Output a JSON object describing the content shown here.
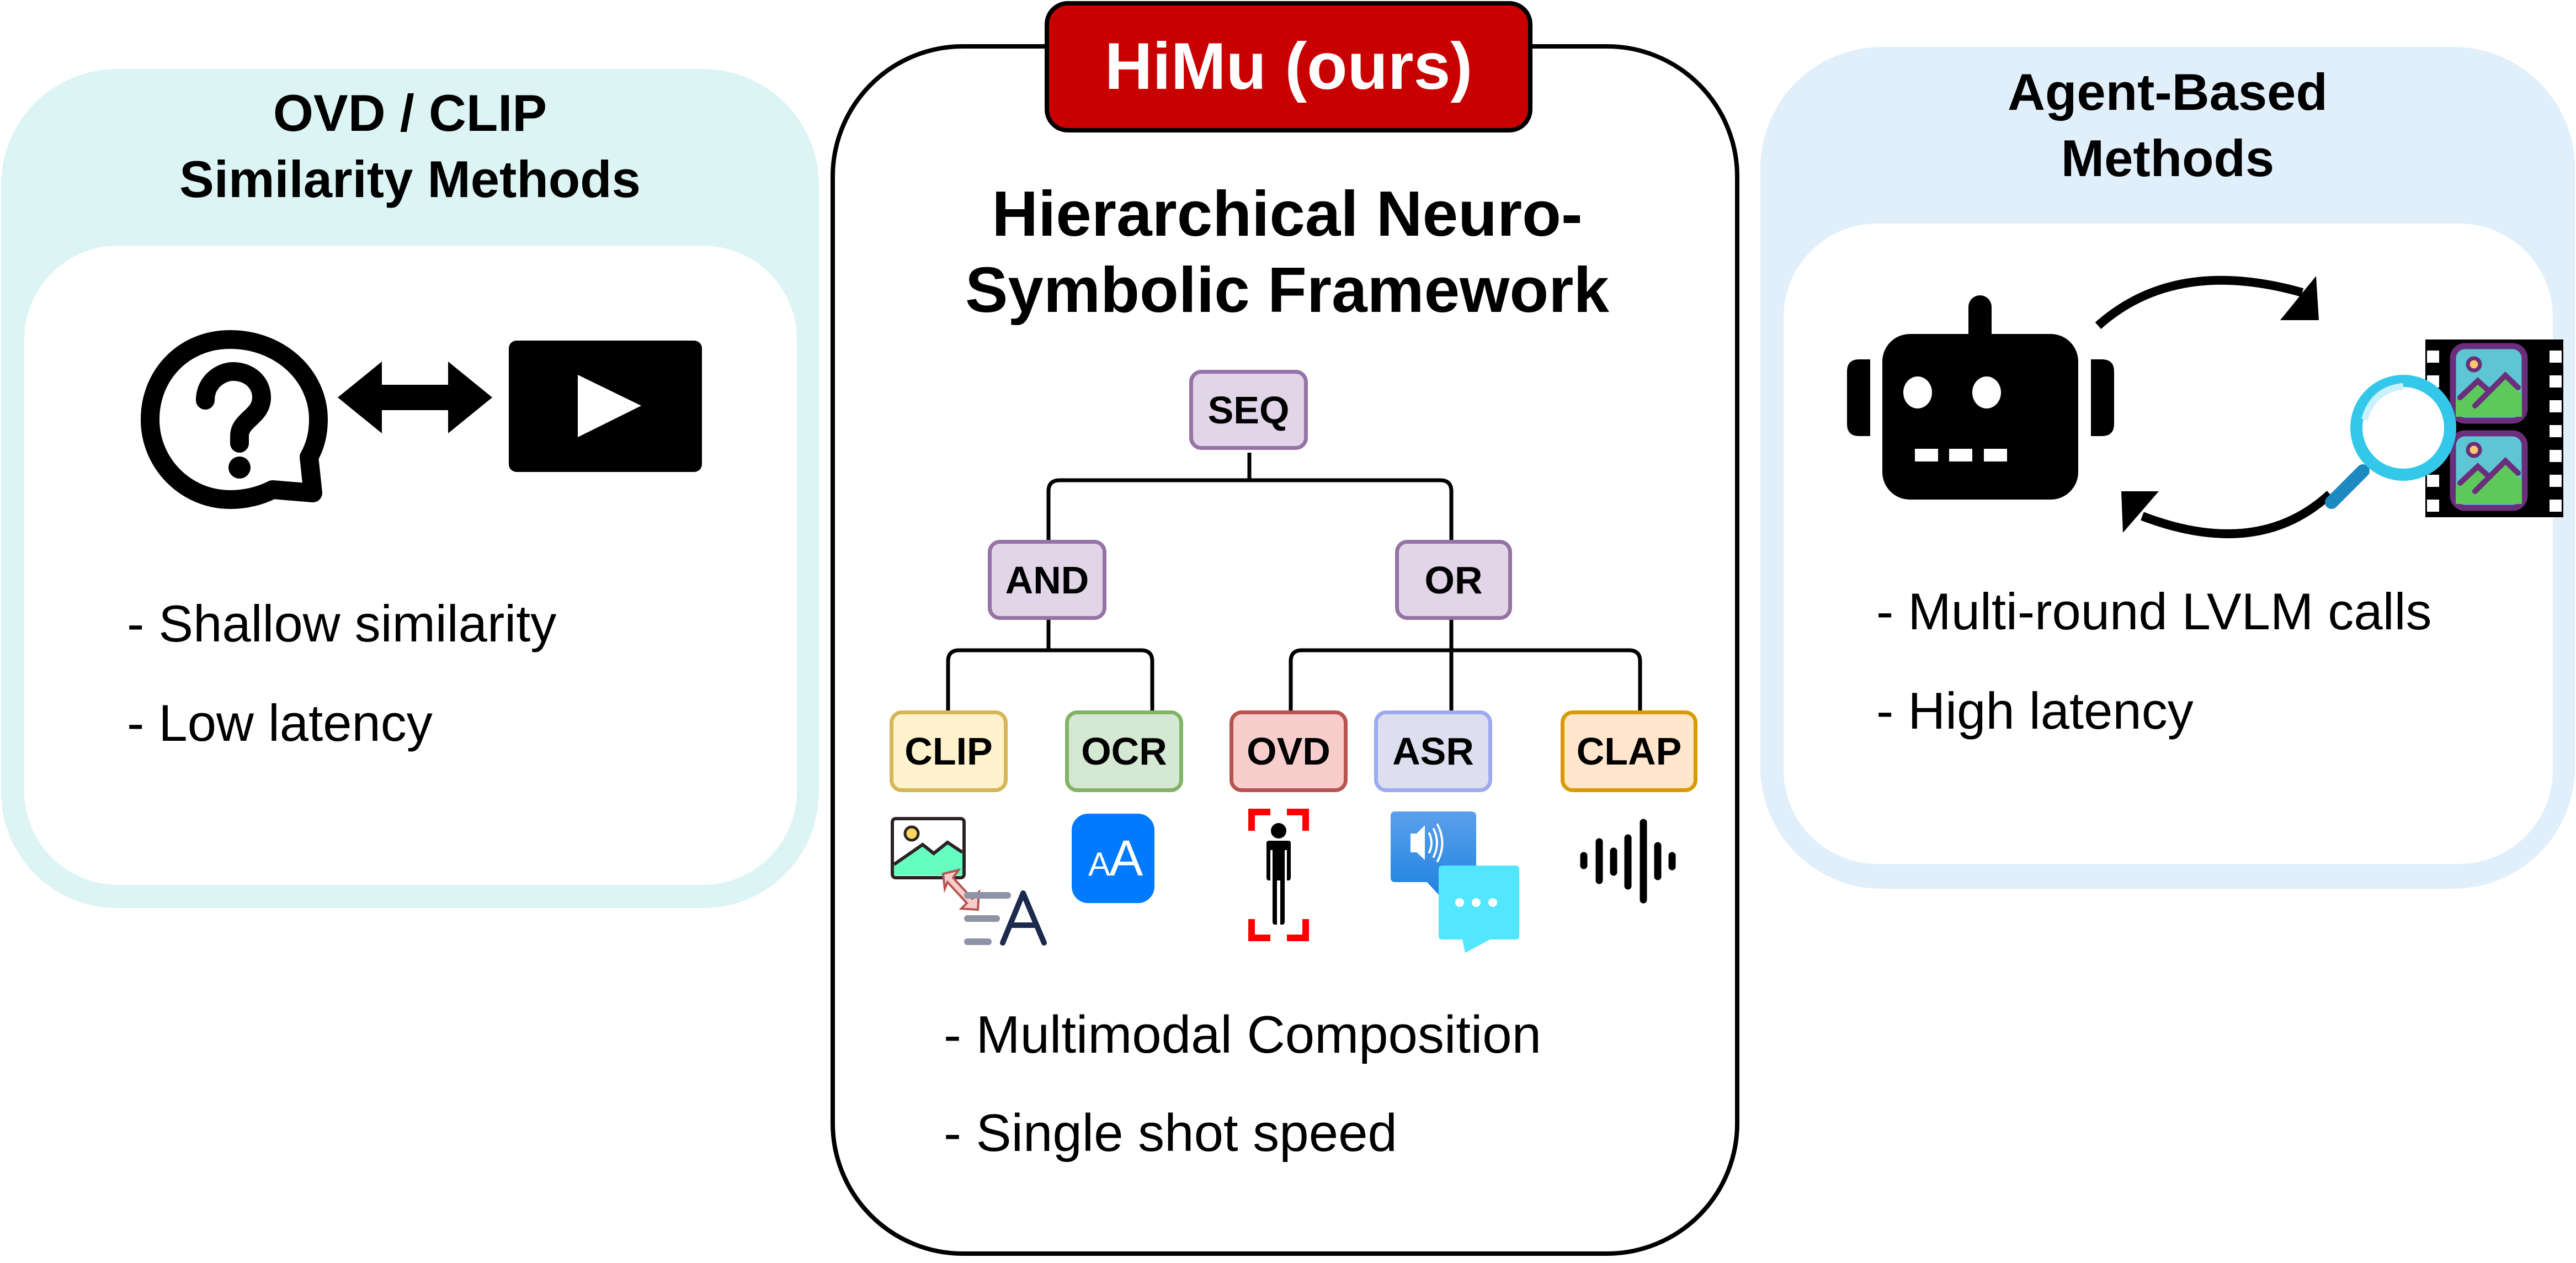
{
  "left_panel": {
    "title_line1": "OVD / CLIP",
    "title_line2": "Similarity Methods",
    "icons": [
      "question-bubble-icon",
      "double-arrow-icon",
      "video-play-icon"
    ],
    "bullets": [
      "- Shallow similarity",
      "- Low latency"
    ],
    "colors": {
      "outer": "#dcf4f4"
    }
  },
  "center_panel": {
    "badge": "HiMu (ours)",
    "title_line1": "Hierarchical Neuro-",
    "title_line2": "Symbolic Framework",
    "tree": {
      "root": "SEQ",
      "operators": [
        "AND",
        "OR"
      ],
      "leaves": [
        {
          "label": "CLIP",
          "parent": "AND",
          "icon": "image-text-match-icon",
          "fill": "#fff2cc",
          "stroke": "#d6b656"
        },
        {
          "label": "OCR",
          "parent": "AND",
          "icon": "text-font-icon",
          "fill": "#d5e8d4",
          "stroke": "#82b366"
        },
        {
          "label": "OVD",
          "parent": "OR",
          "icon": "person-detection-icon",
          "fill": "#f8cecc",
          "stroke": "#b85450"
        },
        {
          "label": "ASR",
          "parent": "OR",
          "icon": "speech-chat-icon",
          "fill": "#dddeee",
          "stroke": "#9eaaf0"
        },
        {
          "label": "CLAP",
          "parent": "OR",
          "icon": "sound-wave-icon",
          "fill": "#ffe6cc",
          "stroke": "#d79b00"
        }
      ],
      "operator_colors": {
        "fill": "#e1d5e7",
        "stroke": "#9673a6"
      }
    },
    "bullets": [
      "- Multimodal Composition",
      "- Single shot speed"
    ],
    "colors": {
      "badge": "#c80000"
    }
  },
  "right_panel": {
    "title_line1": "Agent-Based",
    "title_line2": "Methods",
    "icons": [
      "robot-icon",
      "cycle-arrows-icon",
      "video-search-icon"
    ],
    "bullets": [
      "- Multi-round LVLM calls",
      "- High latency"
    ],
    "colors": {
      "outer": "#e1effb"
    }
  }
}
